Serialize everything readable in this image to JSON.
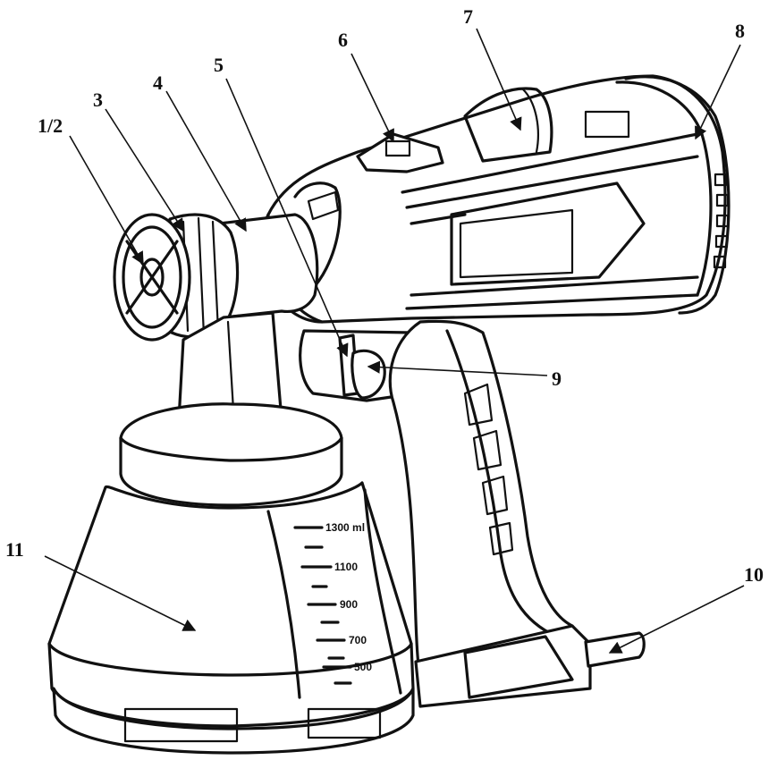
{
  "callouts": [
    {
      "id": "c12",
      "text": "1/2"
    },
    {
      "id": "c3",
      "text": "3"
    },
    {
      "id": "c4",
      "text": "4"
    },
    {
      "id": "c5",
      "text": "5"
    },
    {
      "id": "c6",
      "text": "6"
    },
    {
      "id": "c7",
      "text": "7"
    },
    {
      "id": "c8",
      "text": "8"
    },
    {
      "id": "c9",
      "text": "9"
    },
    {
      "id": "c10",
      "text": "10"
    },
    {
      "id": "c11",
      "text": "11"
    }
  ],
  "container_scale": [
    "1300 ml",
    "1100",
    "900",
    "700",
    "500"
  ],
  "colors": {
    "ink": "#111111",
    "background": "#ffffff"
  }
}
